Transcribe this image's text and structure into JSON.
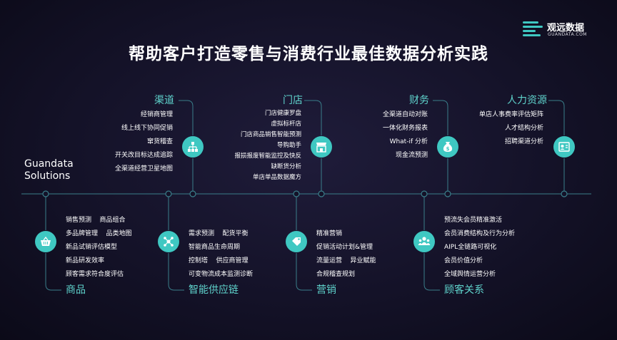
{
  "title": "帮助客户打造零售与消费行业最佳数据分析实践",
  "logo": {
    "name": "观远数据",
    "sub": "GUANDATA.COM"
  },
  "brand": [
    "Guandata",
    "Solutions"
  ],
  "colors": {
    "accent": "#3fc8c2",
    "background": "#141228"
  },
  "top": [
    {
      "heading": "渠道",
      "icon": "org-chart-icon",
      "items": [
        "经销商管理",
        "线上线下协同促销",
        "窜货稽查",
        "开关改目标达成追踪",
        "全渠道经营卫星地图"
      ]
    },
    {
      "heading": "门店",
      "icon": "storefront-icon",
      "items": [
        "门店健康罗盘",
        "虚拟标杆店",
        "门店商品销售智能预测",
        "导购助手",
        "报损报废智能监控及快反",
        "缺断货分析",
        "单店单品数据魔方"
      ]
    },
    {
      "heading": "财务",
      "icon": "money-bag-icon",
      "items": [
        "全渠道自动对账",
        "一体化财务报表",
        "What-if 分析",
        "现金流预测"
      ]
    },
    {
      "heading": "人力资源",
      "icon": "id-card-icon",
      "items": [
        "单店人事费率评估矩阵",
        "人才结构分析",
        "招聘渠道分析"
      ]
    }
  ],
  "bottom": [
    {
      "heading": "商品",
      "icon": "shopping-basket-icon",
      "items": [
        "销售预测    商品组合",
        "多品牌管理    品类地图",
        "新品试销评估模型",
        "新品研发效率",
        "顾客需求符合度评估"
      ]
    },
    {
      "heading": "智能供应链",
      "icon": "network-icon",
      "items": [
        "需求预测    配货平衡",
        "智能商品生命周期",
        "控制塔    供应商管理",
        "可变物流成本监测诊断"
      ]
    },
    {
      "heading": "营销",
      "icon": "tag-icon",
      "items": [
        "精准营销",
        "促销活动计划&管理",
        "流量运营    异业赋能",
        "合规稽查规划"
      ]
    },
    {
      "heading": "顾客关系",
      "icon": "people-icon",
      "items": [
        "预流失会员精准激活",
        "会员消费结构及行为分析",
        "AIPL全链路可视化",
        "会员价值分析",
        "全域舆情运营分析"
      ]
    }
  ]
}
